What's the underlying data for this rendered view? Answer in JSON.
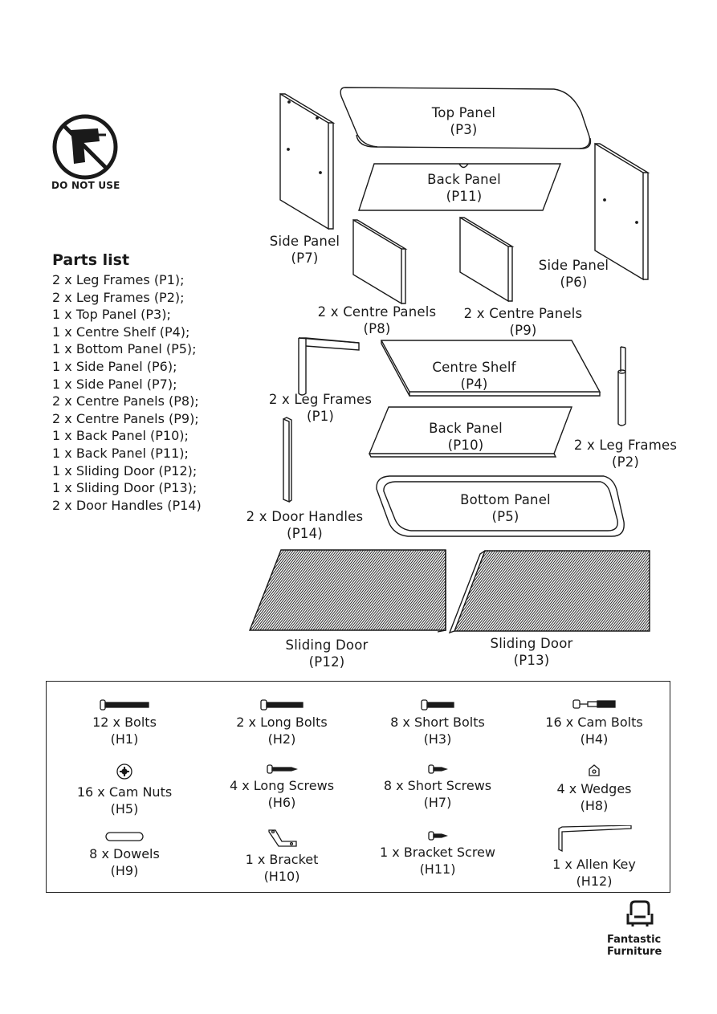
{
  "warning": {
    "label": "DO NOT USE",
    "icon": "no-power-drill-icon"
  },
  "parts_list": {
    "title": "Parts list",
    "items": [
      "2 x Leg Frames (P1);",
      "2 x Leg Frames (P2);",
      "1 x Top Panel (P3);",
      "1 x Centre Shelf (P4);",
      "1 x Bottom Panel (P5);",
      "1 x Side Panel (P6);",
      "1 x Side Panel (P7);",
      "2 x Centre Panels (P8);",
      "2 x Centre Panels (P9);",
      "1 x Back Panel (P10);",
      "1 x Back Panel (P11);",
      "1 x Sliding Door (P12);",
      "1 x Sliding Door (P13);",
      "2 x Door Handles (P14)"
    ]
  },
  "panels": {
    "p3": {
      "name": "Top Panel",
      "code": "(P3)"
    },
    "p11": {
      "name": "Back Panel",
      "code": "(P11)"
    },
    "p7": {
      "name": "Side Panel",
      "code": "(P7)"
    },
    "p6": {
      "name": "Side Panel",
      "code": "(P6)"
    },
    "p8": {
      "name": "2 x Centre Panels",
      "code": "(P8)"
    },
    "p9": {
      "name": "2 x Centre Panels",
      "code": "(P9)"
    },
    "p4": {
      "name": "Centre Shelf",
      "code": "(P4)"
    },
    "p1": {
      "name": "2 x Leg Frames",
      "code": "(P1)"
    },
    "p10": {
      "name": "Back Panel",
      "code": "(P10)"
    },
    "p2": {
      "name": "2 x Leg Frames",
      "code": "(P2)"
    },
    "p5": {
      "name": "Bottom Panel",
      "code": "(P5)"
    },
    "p14": {
      "name": "2 x Door Handles",
      "code": "(P14)"
    },
    "p12": {
      "name": "Sliding Door",
      "code": "(P12)"
    },
    "p13": {
      "name": "Sliding Door",
      "code": "(P13)"
    }
  },
  "hardware": {
    "h1": {
      "name": "12 x Bolts",
      "code": "(H1)",
      "icon": "bolt-icon"
    },
    "h2": {
      "name": "2 x Long Bolts",
      "code": "(H2)",
      "icon": "long-bolt-icon"
    },
    "h3": {
      "name": "8 x Short Bolts",
      "code": "(H3)",
      "icon": "short-bolt-icon"
    },
    "h4": {
      "name": "16 x Cam Bolts",
      "code": "(H4)",
      "icon": "cam-bolt-icon"
    },
    "h5": {
      "name": "16 x Cam Nuts",
      "code": "(H5)",
      "icon": "cam-nut-icon"
    },
    "h6": {
      "name": "4 x Long  Screws",
      "code": "(H6)",
      "icon": "long-screw-icon"
    },
    "h7": {
      "name": "8 x Short  Screws",
      "code": "(H7)",
      "icon": "short-screw-icon"
    },
    "h8": {
      "name": "4 x Wedges",
      "code": "(H8)",
      "icon": "wedge-icon"
    },
    "h9": {
      "name": "8 x Dowels",
      "code": "(H9)",
      "icon": "dowel-icon"
    },
    "h10": {
      "name": "1 x Bracket",
      "code": "(H10)",
      "icon": "bracket-icon"
    },
    "h11": {
      "name": "1 x Bracket  Screw",
      "code": "(H11)",
      "icon": "bracket-screw-icon"
    },
    "h12": {
      "name": "1 x Allen Key",
      "code": "(H12)",
      "icon": "allen-key-icon"
    }
  },
  "brand": {
    "line1": "Fantastic",
    "line2": "Furniture",
    "icon": "armchair-logo-icon"
  }
}
